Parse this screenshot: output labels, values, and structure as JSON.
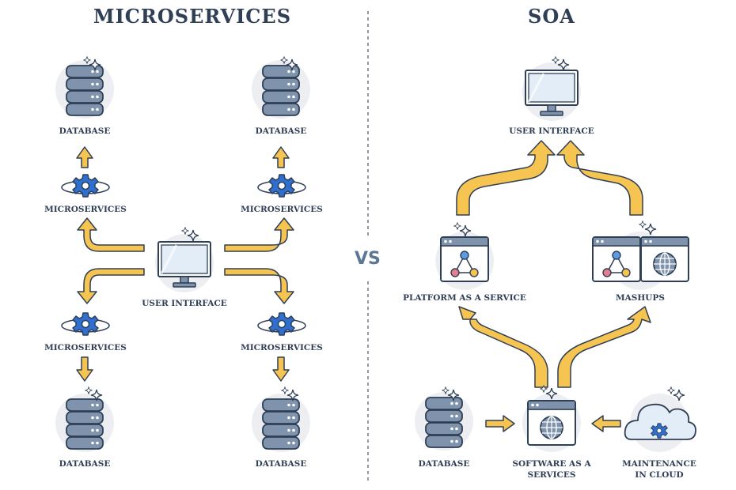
{
  "left": {
    "title": "MICROSERVICES",
    "nodes": {
      "db_top_left": "DATABASE",
      "db_top_right": "DATABASE",
      "ms_top_left": "MICROSERVICES",
      "ms_top_right": "MICROSERVICES",
      "ui": "USER INTERFACE",
      "ms_bottom_left": "MICROSERVICES",
      "ms_bottom_right": "MICROSERVICES",
      "db_bottom_left": "DATABASE",
      "db_bottom_right": "DATABASE"
    }
  },
  "vs": "VS",
  "right": {
    "title": "SOA",
    "nodes": {
      "ui": "USER INTERFACE",
      "paas": "PLATFORM AS A SERVICE",
      "mashups": "MASHUPS",
      "database": "DATABASE",
      "saas_line1": "SOFTWARE AS A",
      "saas_line2": "SERVICES",
      "cloud_line1": "MAINTENANCE",
      "cloud_line2": "IN CLOUD"
    }
  },
  "colors": {
    "outline": "#2f3f55",
    "arrow_fill": "#f6c451",
    "db_fill": "#7f93ad",
    "gear_fill": "#2e6fd0",
    "circle_bg": "#eceef1",
    "screen_fill": "#e3edf8"
  },
  "icons": [
    "database-icon",
    "gear-icon",
    "monitor-icon",
    "sparkle-icon",
    "browser-window-icon",
    "globe-icon",
    "cloud-icon",
    "arrow-icon"
  ]
}
